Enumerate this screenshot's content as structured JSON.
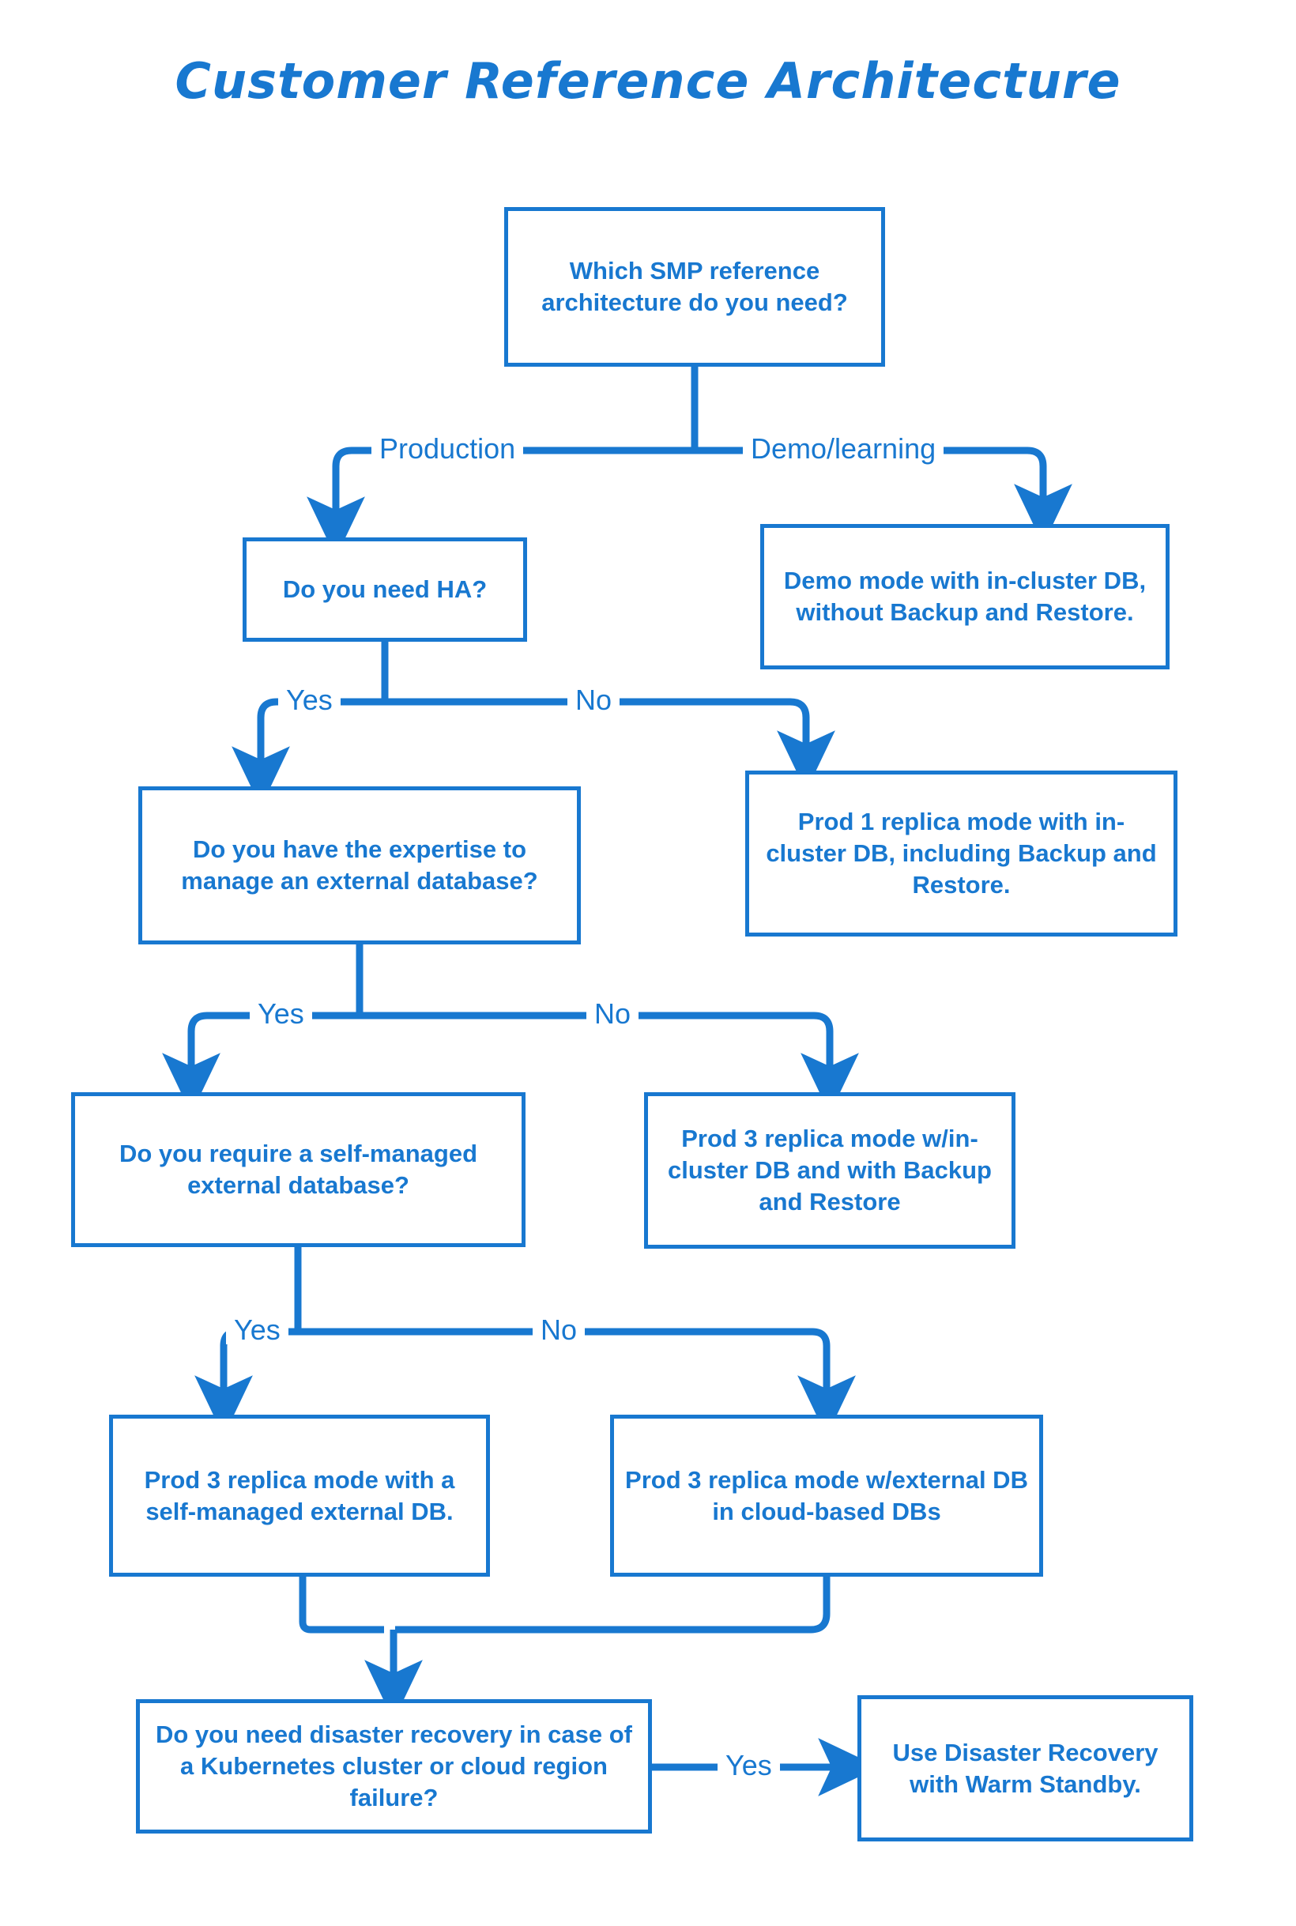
{
  "title": "Customer Reference Architecture",
  "theme": {
    "accent": "#1878d0",
    "background": "#ffffff"
  },
  "diagram": {
    "type": "flowchart",
    "nodes": [
      {
        "id": "q-root",
        "kind": "decision",
        "label": "Which SMP reference architecture do you need?"
      },
      {
        "id": "q-ha",
        "kind": "decision",
        "label": "Do you need HA?"
      },
      {
        "id": "r-demo",
        "kind": "result",
        "label": "Demo mode with in-cluster DB, without Backup and Restore."
      },
      {
        "id": "q-expertise",
        "kind": "decision",
        "label": "Do you have the expertise to manage an external database?"
      },
      {
        "id": "r-prod1",
        "kind": "result",
        "label": "Prod 1 replica mode with in-cluster DB, including Backup and Restore."
      },
      {
        "id": "q-selfmgd",
        "kind": "decision",
        "label": "Do you require a self-managed external database?"
      },
      {
        "id": "r-prod3in",
        "kind": "result",
        "label": "Prod 3 replica mode w/in-cluster DB and with Backup and Restore"
      },
      {
        "id": "r-prod3self",
        "kind": "result",
        "label": "Prod 3 replica mode with a self-managed external DB."
      },
      {
        "id": "r-prod3cloud",
        "kind": "result",
        "label": "Prod 3 replica mode w/external DB in cloud-based DBs"
      },
      {
        "id": "q-dr",
        "kind": "decision",
        "label": "Do you need disaster recovery in case of a Kubernetes cluster or cloud region failure?"
      },
      {
        "id": "r-warm",
        "kind": "result",
        "label": "Use Disaster Recovery with Warm Standby."
      }
    ],
    "edges": [
      {
        "from": "q-root",
        "to": "q-ha",
        "label": "Production"
      },
      {
        "from": "q-root",
        "to": "r-demo",
        "label": "Demo/learning"
      },
      {
        "from": "q-ha",
        "to": "q-expertise",
        "label": "Yes"
      },
      {
        "from": "q-ha",
        "to": "r-prod1",
        "label": "No"
      },
      {
        "from": "q-expertise",
        "to": "q-selfmgd",
        "label": "Yes"
      },
      {
        "from": "q-expertise",
        "to": "r-prod3in",
        "label": "No"
      },
      {
        "from": "q-selfmgd",
        "to": "r-prod3self",
        "label": "Yes"
      },
      {
        "from": "q-selfmgd",
        "to": "r-prod3cloud",
        "label": "No"
      },
      {
        "from": "r-prod3self",
        "to": "q-dr",
        "label": ""
      },
      {
        "from": "r-prod3cloud",
        "to": "q-dr",
        "label": ""
      },
      {
        "from": "q-dr",
        "to": "r-warm",
        "label": "Yes"
      }
    ]
  }
}
